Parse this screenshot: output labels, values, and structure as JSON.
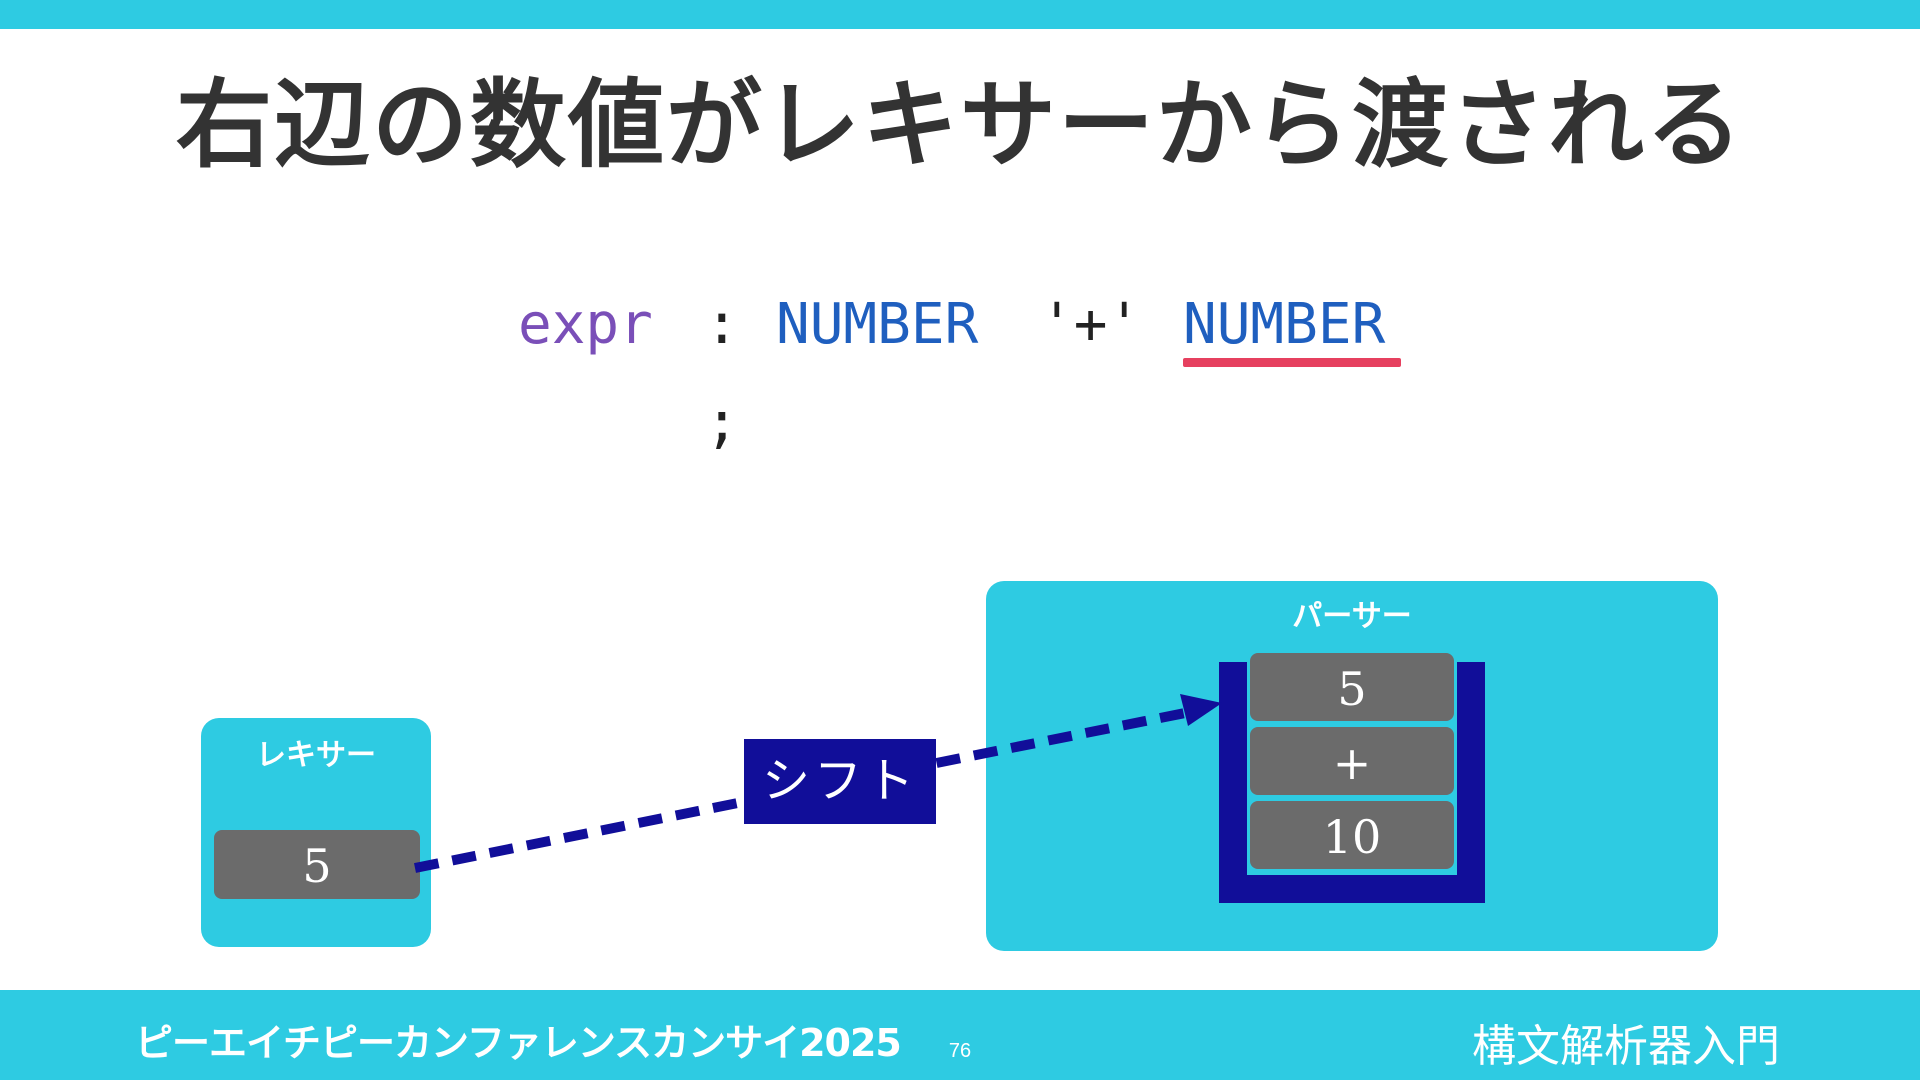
{
  "slide": {
    "title": "右辺の数値がレキサーから渡される"
  },
  "code": {
    "line1_lhs": "expr",
    "line1_colon": ":",
    "line1_tok1": "NUMBER",
    "line1_plus": "'+'",
    "line1_tok2": "NUMBER",
    "line2_semicolon": ";"
  },
  "lexer": {
    "label": "レキサー",
    "token": "5"
  },
  "parser": {
    "label": "パーサー",
    "stack": [
      "5",
      "+",
      "10"
    ]
  },
  "action": {
    "label": "シフト"
  },
  "footer": {
    "event": "ピーエイチピーカンファレンスカンサイ2025",
    "page": "76",
    "topic": "構文解析器入門"
  },
  "colors": {
    "accent": "#2ecbe2",
    "navy": "#110e99",
    "highlight": "#e6405f",
    "token_bg": "#6b6b6b"
  }
}
